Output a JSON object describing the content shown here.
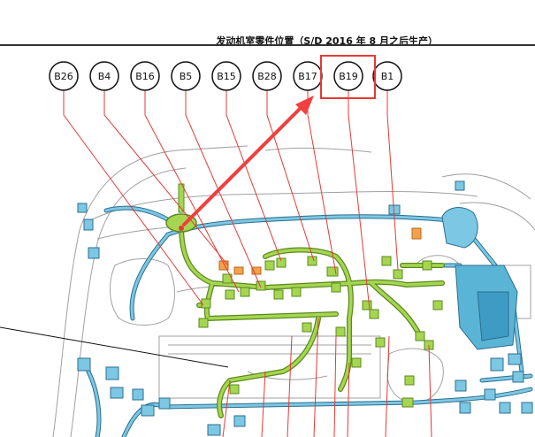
{
  "header": {
    "title": "发动机室零件位置（S/D 2016 年 8 月之后生产）"
  },
  "connectors": [
    "B26",
    "B4",
    "B16",
    "B5",
    "B15",
    "B28",
    "B17",
    "B19",
    "B1"
  ],
  "highlighted_connector": "B19",
  "colors": {
    "leader": "#e53935",
    "highlight_box": "#e53935",
    "arrow": "#f04040",
    "harness_green": "#8dc63f",
    "harness_dark_green": "#5a8a1f",
    "harness_blue": "#5ab4d6",
    "harness_dark_blue": "#2c6e8f",
    "connector_orange": "#f5a04a",
    "body_line": "#9a9a9a"
  }
}
